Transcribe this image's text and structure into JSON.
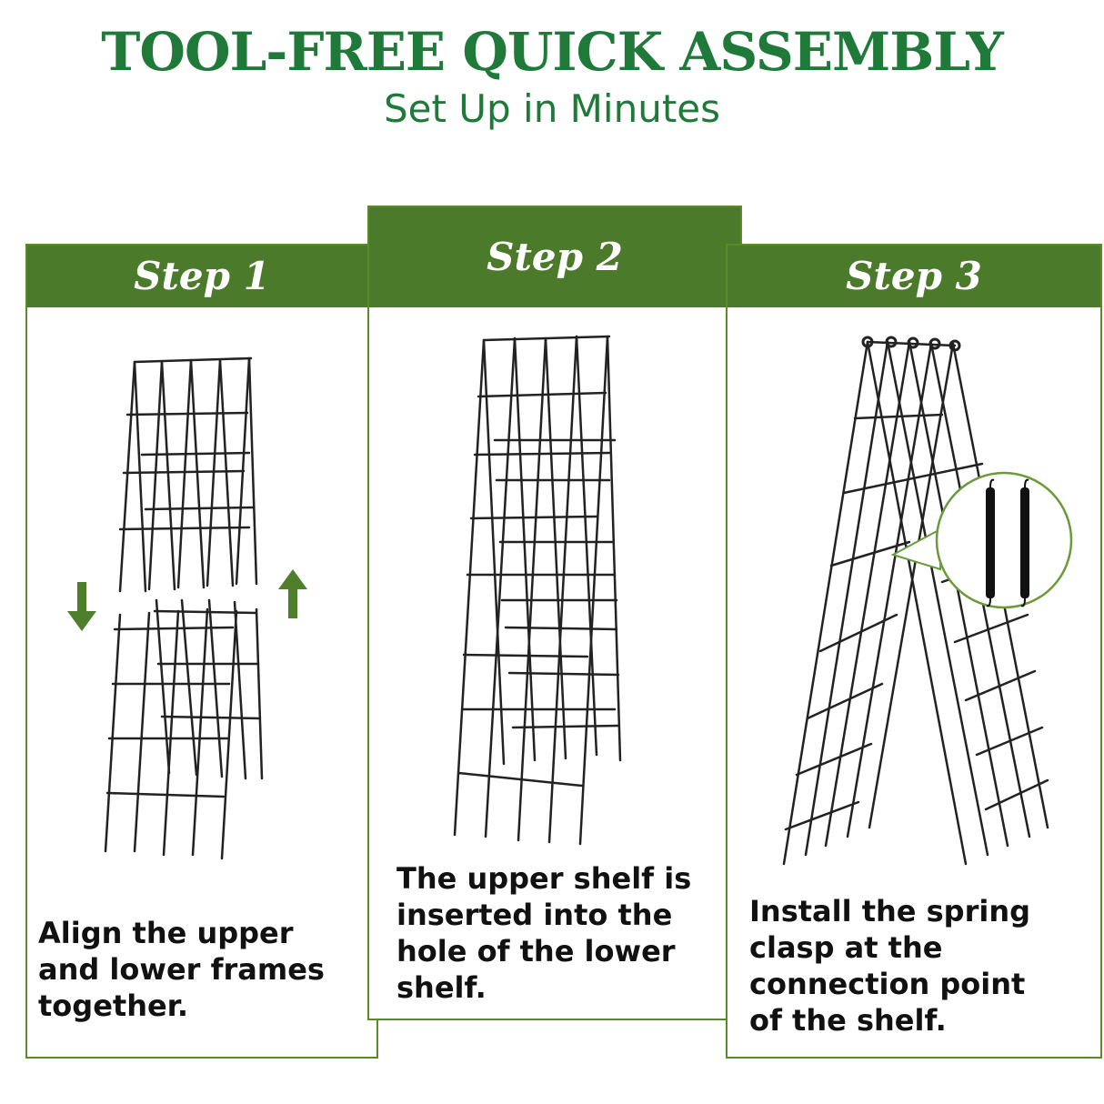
{
  "header": {
    "title": "TOOL-FREE QUICK ASSEMBLY",
    "subtitle": "Set Up in Minutes"
  },
  "steps": [
    {
      "label": "Step 1",
      "text_lines": [
        "Align the upper",
        "and lower frames",
        "together."
      ]
    },
    {
      "label": "Step 2",
      "text_lines": [
        "The upper shelf is",
        "inserted into the",
        "hole of the lower",
        "shelf."
      ]
    },
    {
      "label": "Step 3",
      "text_lines": [
        "Install the spring",
        "clasp at the",
        "connection point",
        "of the shelf."
      ]
    }
  ],
  "colors": {
    "brand_green": "#1f7a3a",
    "panel_green": "#4a7a2a",
    "arrow_green": "#4f7f2a"
  },
  "icons": [
    "arrow-down-icon",
    "arrow-up-icon",
    "spring-clasp-zoom-icon"
  ]
}
